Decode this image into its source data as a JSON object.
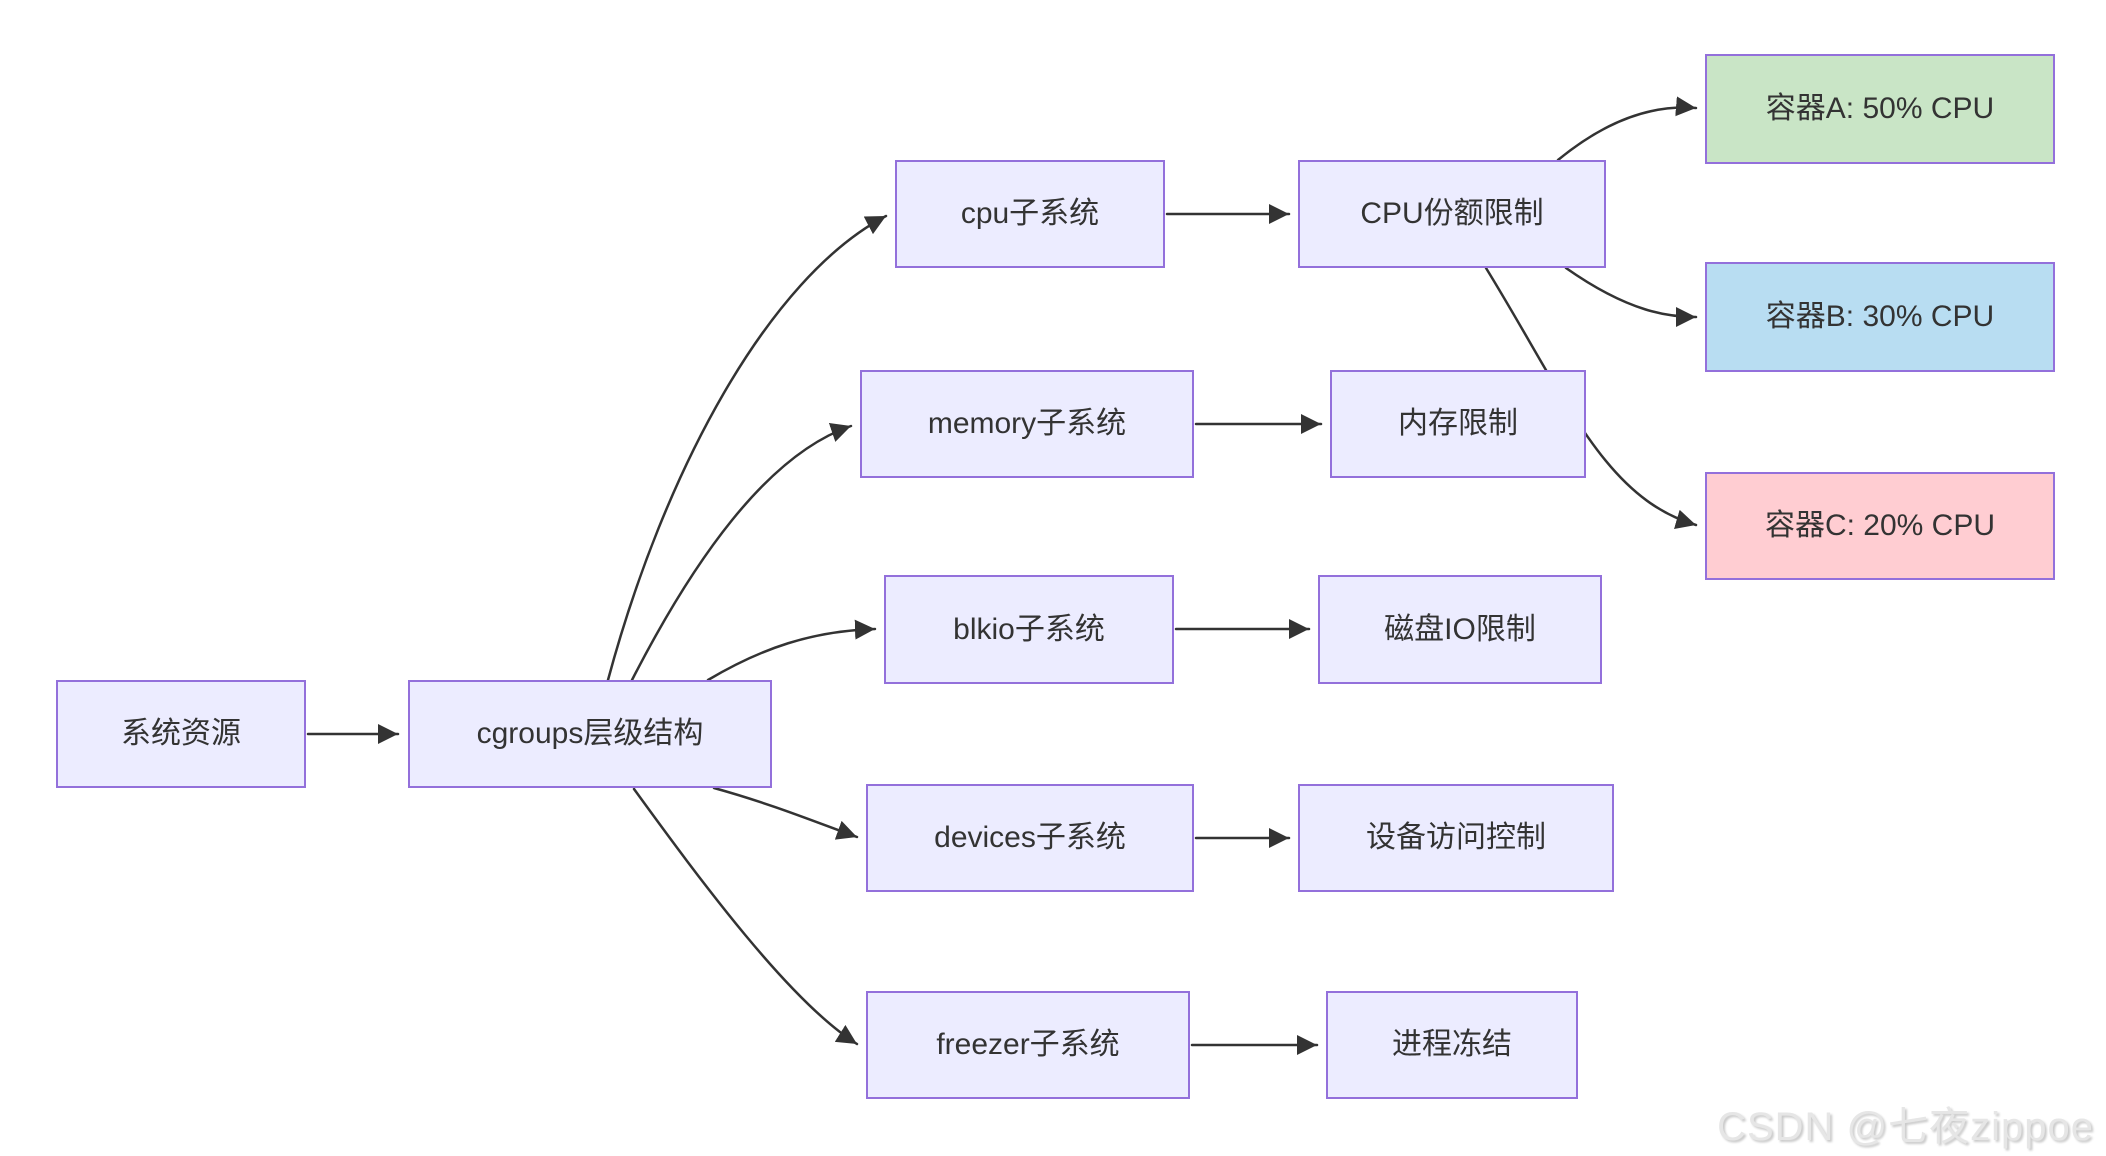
{
  "diagram": {
    "nodes": {
      "system_resources": {
        "label": "系统资源"
      },
      "cgroups": {
        "label": "cgroups层级结构"
      },
      "cpu": {
        "label": "cpu子系统"
      },
      "cpu_limit": {
        "label": "CPU份额限制"
      },
      "memory": {
        "label": "memory子系统"
      },
      "memory_limit": {
        "label": "内存限制"
      },
      "blkio": {
        "label": "blkio子系统"
      },
      "blkio_limit": {
        "label": "磁盘IO限制"
      },
      "devices": {
        "label": "devices子系统"
      },
      "devices_limit": {
        "label": "设备访问控制"
      },
      "freezer": {
        "label": "freezer子系统"
      },
      "freezer_limit": {
        "label": "进程冻结"
      },
      "container_a": {
        "label": "容器A: 50% CPU"
      },
      "container_b": {
        "label": "容器B: 30% CPU"
      },
      "container_c": {
        "label": "容器C: 20% CPU"
      }
    },
    "edges": [
      {
        "from": "system_resources",
        "to": "cgroups"
      },
      {
        "from": "cgroups",
        "to": "cpu"
      },
      {
        "from": "cgroups",
        "to": "memory"
      },
      {
        "from": "cgroups",
        "to": "blkio"
      },
      {
        "from": "cgroups",
        "to": "devices"
      },
      {
        "from": "cgroups",
        "to": "freezer"
      },
      {
        "from": "cpu",
        "to": "cpu_limit"
      },
      {
        "from": "memory",
        "to": "memory_limit"
      },
      {
        "from": "blkio",
        "to": "blkio_limit"
      },
      {
        "from": "devices",
        "to": "devices_limit"
      },
      {
        "from": "freezer",
        "to": "freezer_limit"
      },
      {
        "from": "cpu_limit",
        "to": "container_a"
      },
      {
        "from": "cpu_limit",
        "to": "container_b"
      },
      {
        "from": "cpu_limit",
        "to": "container_c"
      }
    ],
    "colors": {
      "node_fill": "#ececff",
      "node_border": "#9370db",
      "container_a_fill": "#c9e5c6",
      "container_b_fill": "#b8ddf2",
      "container_c_fill": "#ffcdd2",
      "edge": "#333333",
      "text": "#333333",
      "watermark": "#e6e6e6"
    },
    "watermark": "CSDN @七夜zippoe"
  }
}
